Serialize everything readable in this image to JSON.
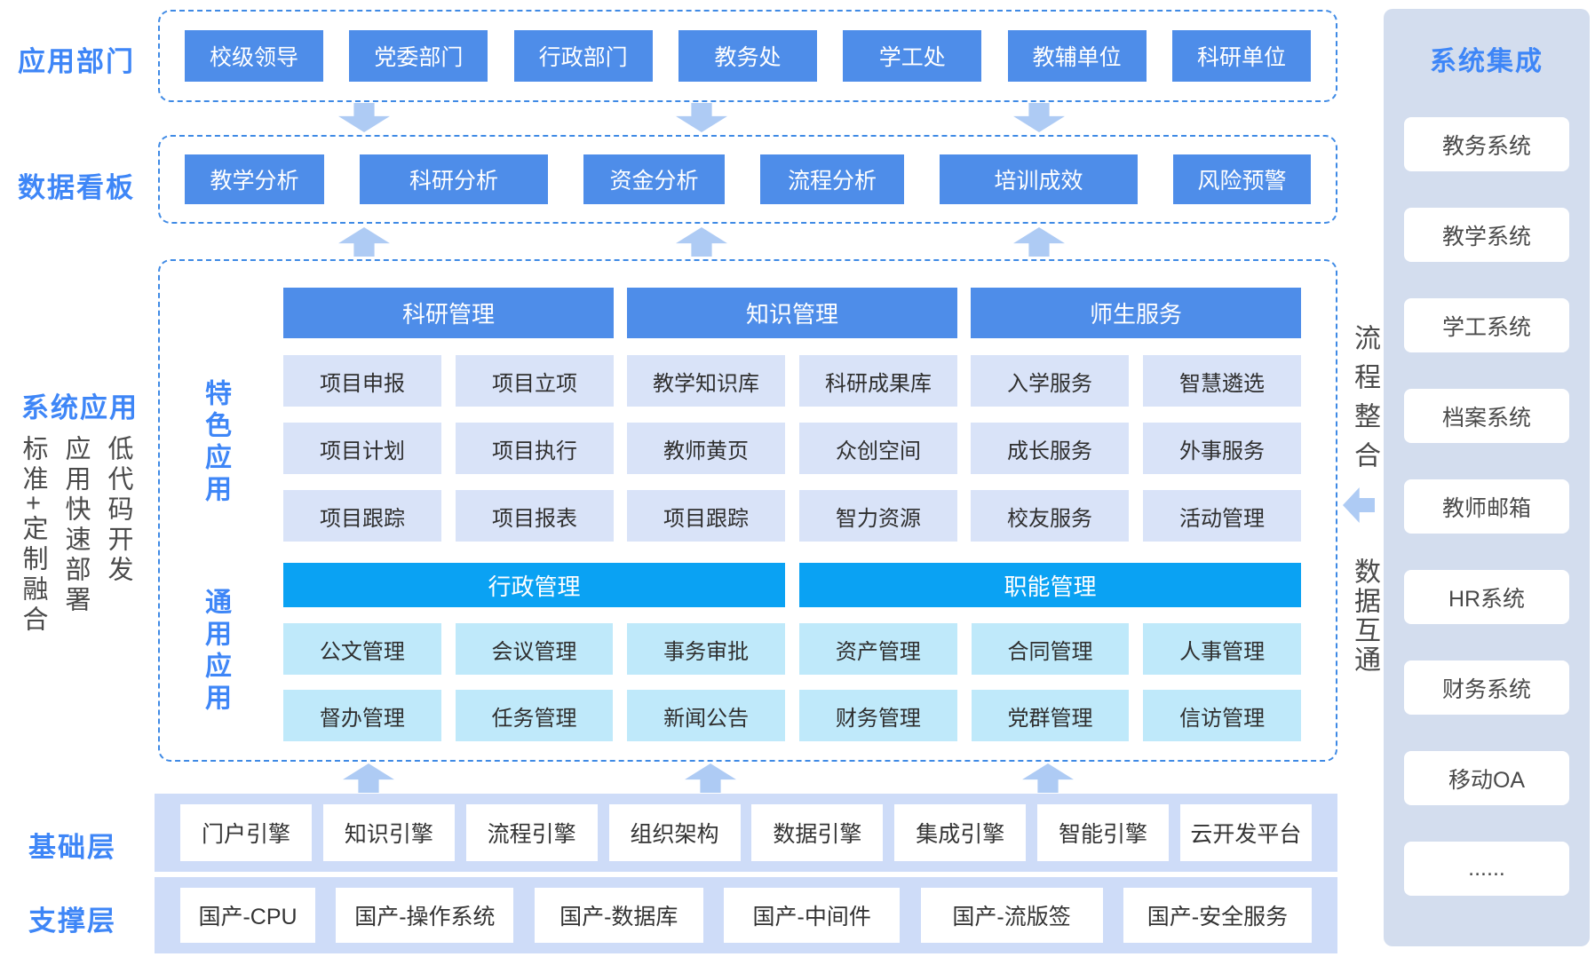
{
  "left_labels": {
    "app_departments": "应用部门",
    "data_dashboard": "数据看板",
    "system_apps": "系统应用",
    "foundation": "基础层",
    "support": "支撑层",
    "vertical_notes": [
      "标准+定制融合",
      "应用快速部署",
      "低代码开发"
    ]
  },
  "departments": [
    "校级领导",
    "党委部门",
    "行政部门",
    "教务处",
    "学工处",
    "教辅单位",
    "科研单位"
  ],
  "dashboards": [
    "教学分析",
    "科研分析",
    "资金分析",
    "流程分析",
    "培训成效",
    "风险预警"
  ],
  "system_section": {
    "special_label": "特色应用",
    "general_label": "通用应用",
    "special_groups": [
      {
        "header": "科研管理",
        "items": [
          "项目申报",
          "项目立项",
          "项目计划",
          "项目执行",
          "项目跟踪",
          "项目报表"
        ]
      },
      {
        "header": "知识管理",
        "items": [
          "教学知识库",
          "科研成果库",
          "教师黄页",
          "众创空间",
          "项目跟踪",
          "智力资源"
        ]
      },
      {
        "header": "师生服务",
        "items": [
          "入学服务",
          "智慧遴选",
          "成长服务",
          "外事服务",
          "校友服务",
          "活动管理"
        ]
      }
    ],
    "general_groups": [
      {
        "header": "行政管理",
        "items": [
          "公文管理",
          "会议管理",
          "事务审批",
          "督办管理",
          "任务管理",
          "新闻公告"
        ]
      },
      {
        "header": "职能管理",
        "items": [
          "资产管理",
          "合同管理",
          "人事管理",
          "财务管理",
          "党群管理",
          "信访管理"
        ]
      }
    ]
  },
  "foundation_items": [
    "门户引擎",
    "知识引擎",
    "流程引擎",
    "组织架构",
    "数据引擎",
    "集成引擎",
    "智能引擎",
    "云开发平台"
  ],
  "support_items": [
    "国产-CPU",
    "国产-操作系统",
    "国产-数据库",
    "国产-中间件",
    "国产-流版签",
    "国产-安全服务"
  ],
  "connectors": {
    "process": "流程整合",
    "data": "数据互通"
  },
  "right_panel": {
    "title": "系统集成",
    "items": [
      "教务系统",
      "教学系统",
      "学工系统",
      "档案系统",
      "教师邮箱",
      "HR系统",
      "财务系统",
      "移动OA",
      "......"
    ]
  },
  "colors": {
    "box_blue": "#4e8de9",
    "header_cyan": "#0aa2f3",
    "item_periwinkle": "#d9e3f8",
    "item_light_cyan": "#bfe9fa",
    "strip_bg": "#cedcf8",
    "panel_bg": "#d3ddee",
    "dashed_border": "#3f8ae5",
    "arrow": "#aecbf4",
    "label_blue": "#3e86f7"
  }
}
